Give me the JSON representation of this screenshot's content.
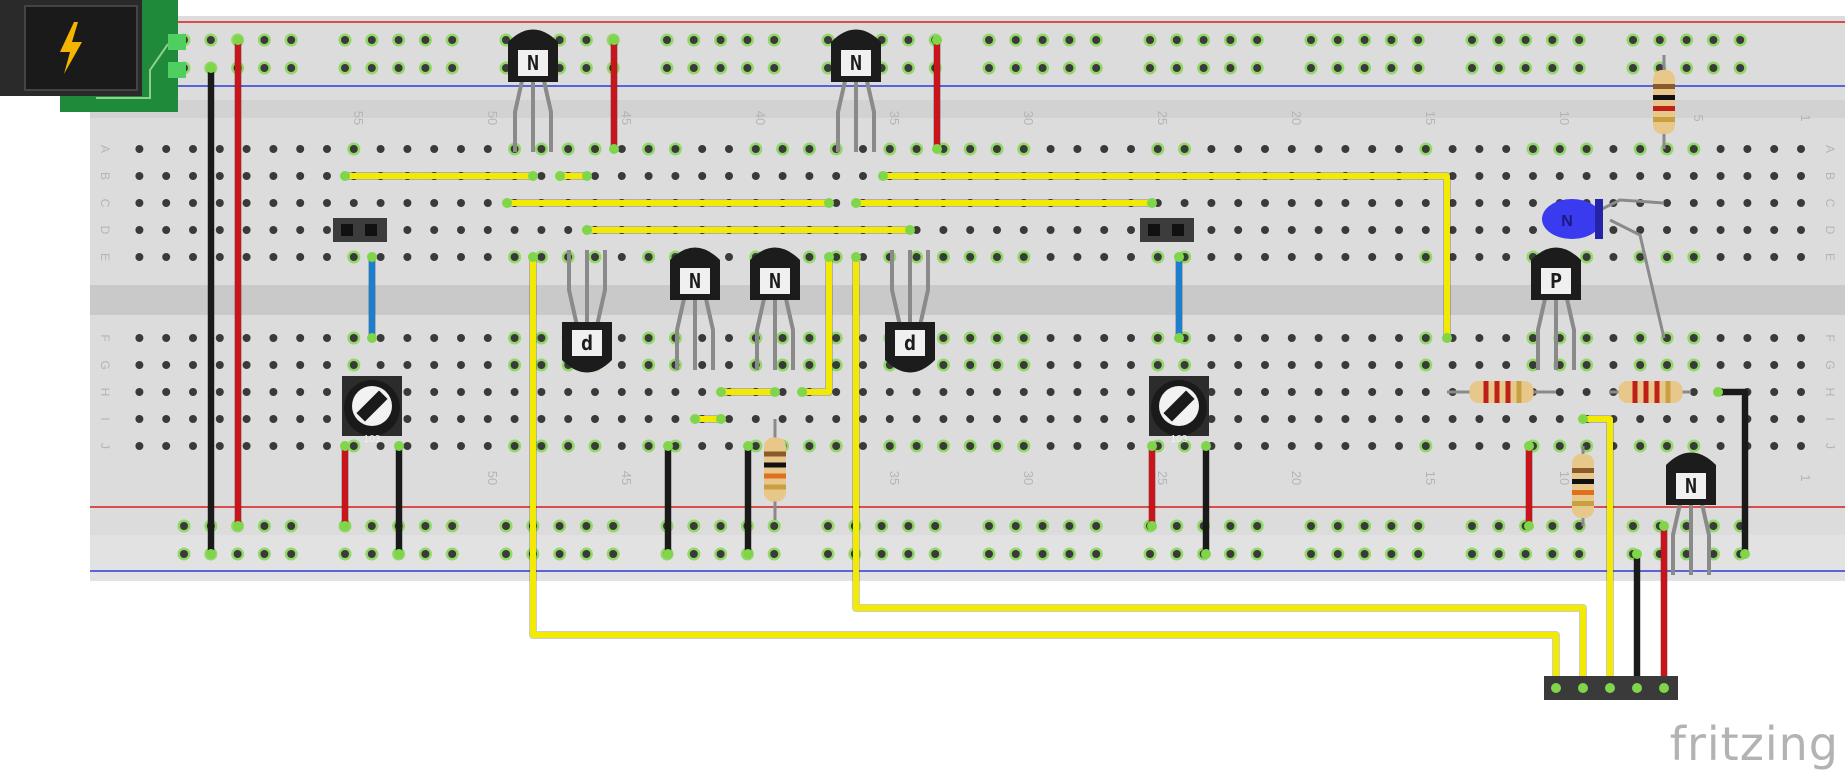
{
  "app": {
    "watermark": "fritzing"
  },
  "breadboard": {
    "row_letters_top": [
      "A",
      "B",
      "C",
      "D",
      "E"
    ],
    "row_letters_bottom": [
      "F",
      "G",
      "H",
      "I",
      "J"
    ],
    "column_numbers": [
      "55",
      "50",
      "45",
      "40",
      "35",
      "30",
      "25",
      "20",
      "15",
      "10",
      "5",
      "1"
    ],
    "column_numbers_lower": [
      "50",
      "45",
      "35",
      "30",
      "25",
      "20",
      "15",
      "10",
      "1"
    ]
  },
  "components": {
    "power_jack": {
      "icon": "lightning-bolt-icon",
      "color": "#f5b400"
    },
    "transistor_npn_label": "N",
    "transistor_pnp_label": "P",
    "transistor_pnp_flipped_label": "d",
    "trimmer_label": "103",
    "led_color": "#3a3aee"
  },
  "colors": {
    "wire_yellow": "#f2ea00",
    "wire_red": "#c8141a",
    "wire_black": "#1a1a1a",
    "wire_blue": "#1b7fd0",
    "rail_red": "#d61f1f",
    "rail_blue": "#2e3ad6",
    "board": "#dcdcdc",
    "hole_active": "#7fd64a"
  }
}
